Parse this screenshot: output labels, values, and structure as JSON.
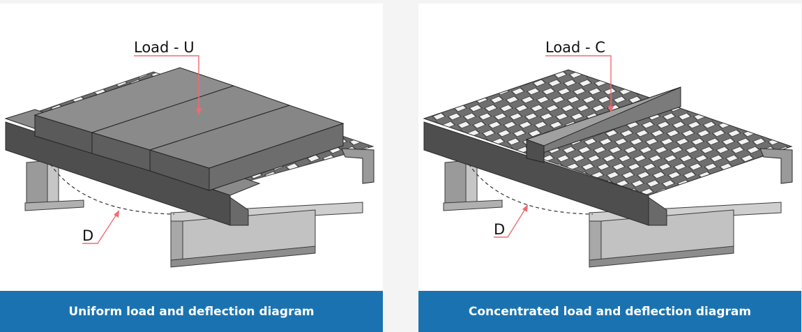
{
  "panels": [
    {
      "load_label": "Load - U",
      "deflection_label": "D",
      "caption": "Uniform load and deflection diagram"
    },
    {
      "load_label": "Load - C",
      "deflection_label": "D",
      "caption": "Concentrated load and deflection diagram"
    }
  ],
  "colors": {
    "caption_bg": "#1a73b0",
    "caption_text": "#ffffff",
    "leader_line": "#ef6b73",
    "steel_dark": "#4a4a4a",
    "steel_mid": "#7d7d7d",
    "steel_light": "#bdbdbd"
  }
}
